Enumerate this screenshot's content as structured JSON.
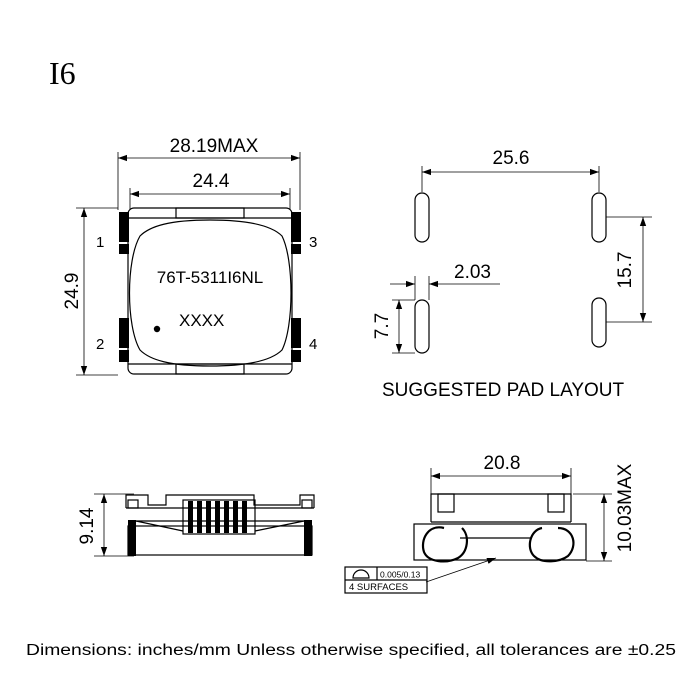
{
  "title": "I6",
  "top_view": {
    "dim_width_max": "28.19MAX",
    "dim_width": "24.4",
    "dim_height": "24.9",
    "part_number": "76T-5311I6NL",
    "marking": "XXXX",
    "pins": [
      "1",
      "2",
      "3",
      "4"
    ]
  },
  "pad_layout": {
    "dim_span": "25.6",
    "dim_pad_width": "2.03",
    "dim_pad_length": "7.7",
    "dim_pitch": "15.7",
    "caption": "SUGGESTED PAD LAYOUT"
  },
  "side_view": {
    "dim_height": "9.14"
  },
  "end_view": {
    "dim_width": "20.8",
    "dim_height_max": "10.03MAX",
    "flatness_value": "0.005/0.13",
    "flatness_note": "4 SURFACES"
  },
  "footer": "Dimensions: inches/mm  Unless otherwise specified, all tolerances are ±0.25"
}
